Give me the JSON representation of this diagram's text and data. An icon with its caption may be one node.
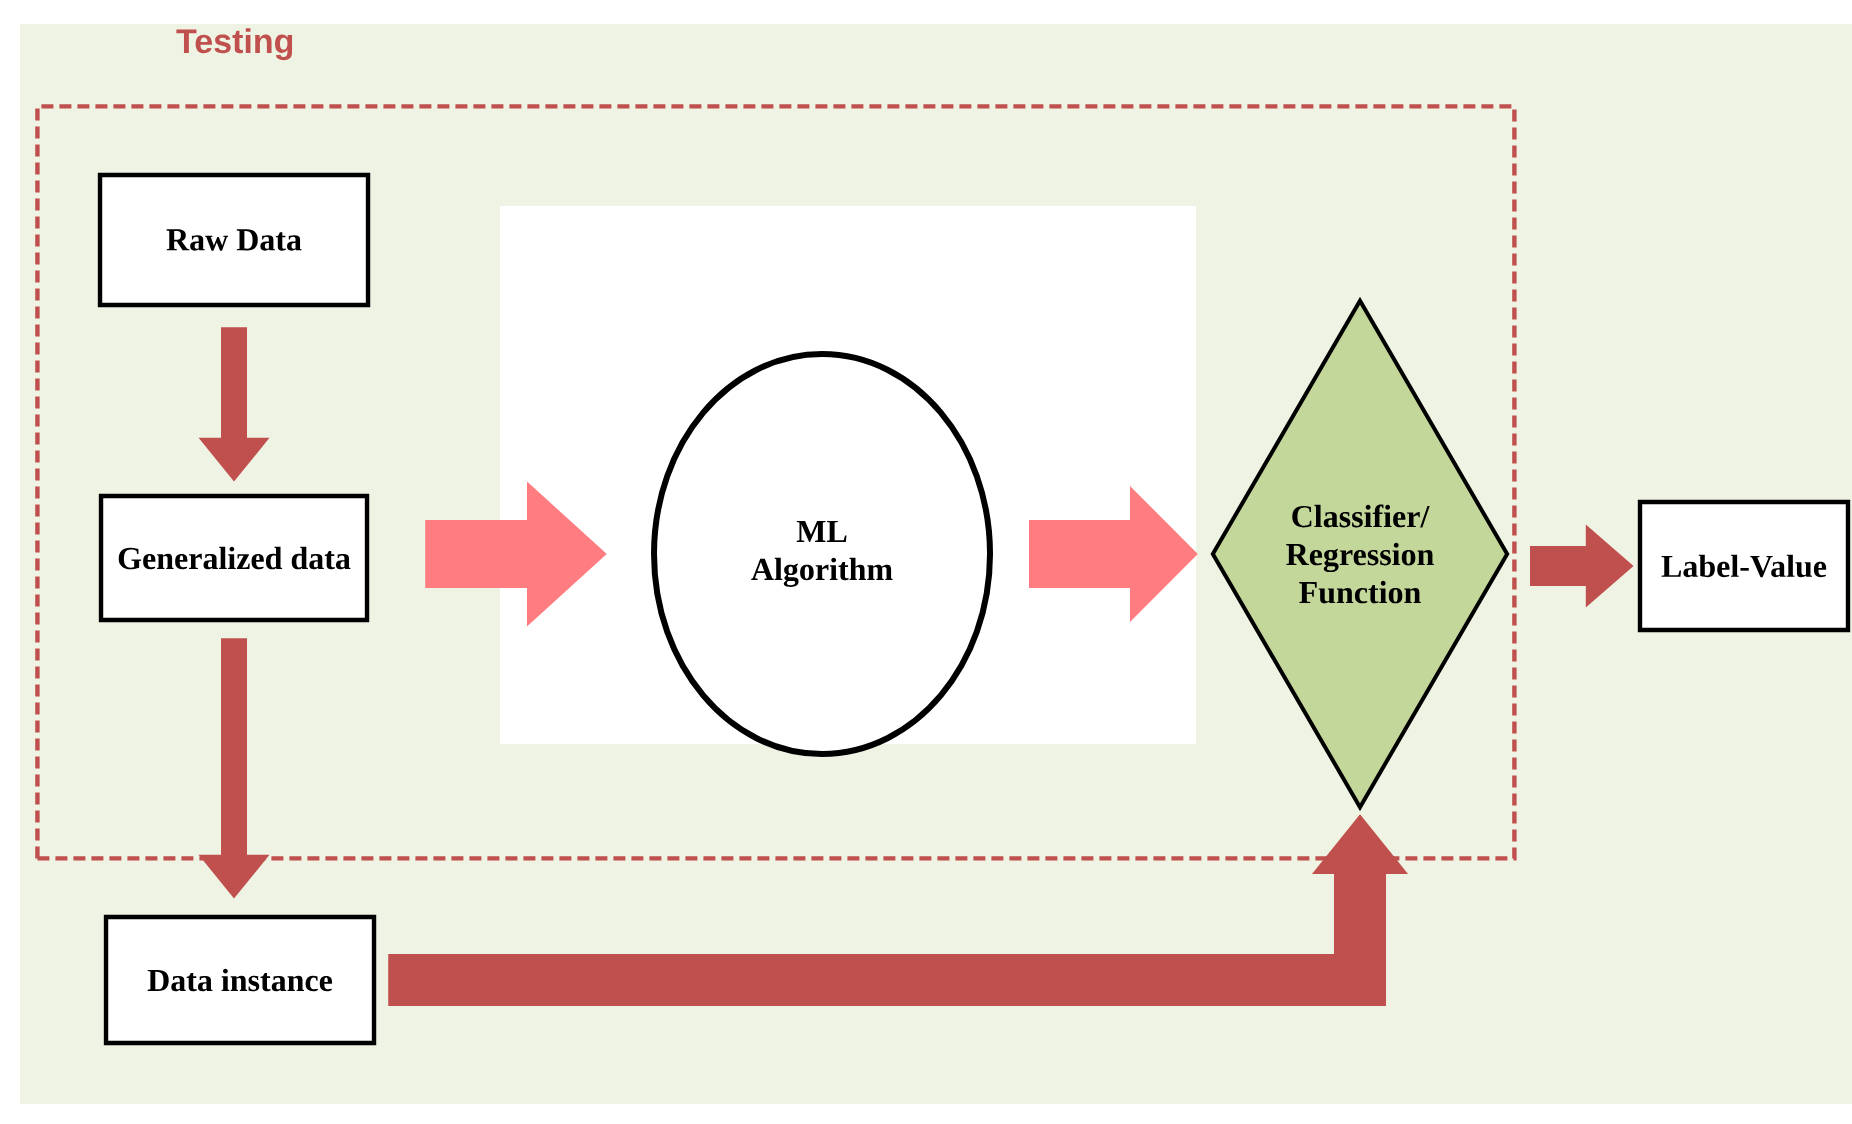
{
  "diagram": {
    "nodes": [
      {
        "text": [
          "Testing"
        ]
      },
      {
        "text": [
          "Raw Data"
        ],
        "in": 0
      },
      {
        "text": [
          "Generalized data"
        ],
        "in": 0
      },
      {
        "text": [
          "ML Algorithm"
        ],
        "in": 0
      },
      {
        "text": [
          "Classifier/ Regression Function"
        ],
        "in": 0
      },
      {
        "text": [
          "Label-Value"
        ]
      },
      {
        "text": [
          "Data instance"
        ]
      }
    ],
    "edges": [
      {
        "from": 1,
        "to": 2,
        "arrow": "to"
      },
      {
        "from": 2,
        "to": 3,
        "arrow": "to",
        "color": "#ff7c80"
      },
      {
        "from": 3,
        "to": 4,
        "arrow": "to",
        "color": "#ff7c80"
      },
      {
        "from": 4,
        "to": 5,
        "arrow": "to"
      },
      {
        "from": 2,
        "to": 6,
        "arrow": "to"
      },
      {
        "from": 6,
        "to": 4,
        "arrow": "to"
      }
    ]
  }
}
